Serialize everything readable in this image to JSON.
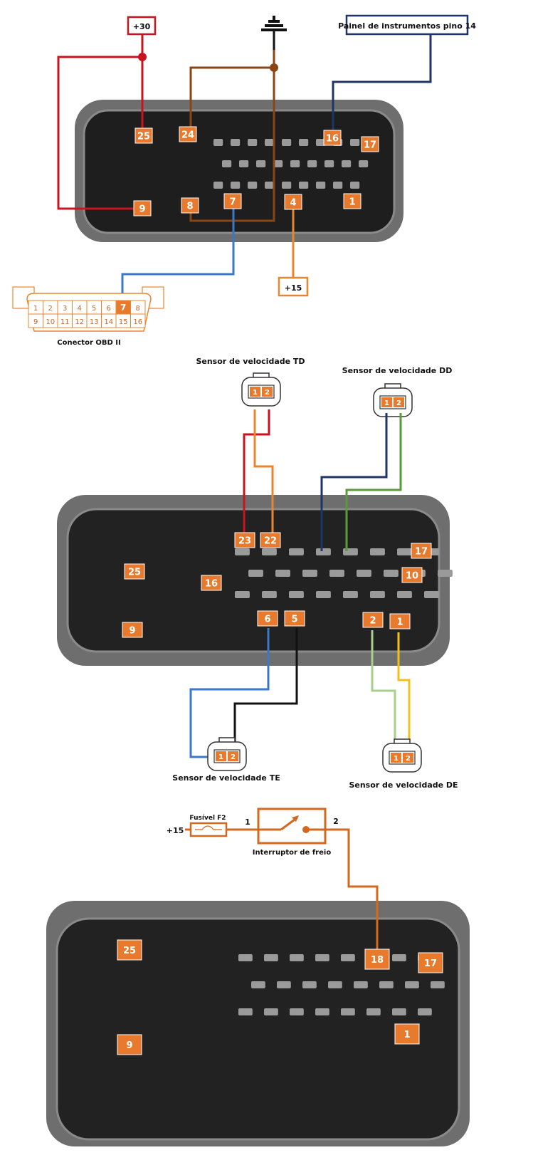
{
  "section1": {
    "supply_30": "+30",
    "supply_15": "+15",
    "panel_label": "Painel de instrumentos pino 14",
    "pins": [
      "25",
      "24",
      "16",
      "17",
      "9",
      "8",
      "7",
      "4",
      "1"
    ],
    "obd": {
      "label": "Conector OBD II",
      "top_row": [
        "1",
        "2",
        "3",
        "4",
        "5",
        "6",
        "7",
        "8"
      ],
      "bottom_row": [
        "9",
        "10",
        "11",
        "12",
        "13",
        "14",
        "15",
        "16"
      ],
      "highlighted": "7"
    }
  },
  "section2": {
    "sensor_td": "Sensor de velocidade TD",
    "sensor_dd": "Sensor de velocidade DD",
    "sensor_te": "Sensor de velocidade TE",
    "sensor_de": "Sensor de velocidade DE",
    "sensor_pins": [
      "1",
      "2"
    ],
    "pins": [
      "23",
      "22",
      "17",
      "25",
      "16",
      "10",
      "9",
      "6",
      "5",
      "2",
      "1"
    ]
  },
  "section3": {
    "supply_15": "+15",
    "fuse": "Fusível F2",
    "switch_label": "Interruptor de freio",
    "terminal_1": "1",
    "terminal_2": "2",
    "pins": [
      "25",
      "18",
      "17",
      "9",
      "1"
    ]
  },
  "colors": {
    "pin_label": "#e87a2d",
    "red": "#c8141e",
    "brown": "#8b4513",
    "navy": "#1f3566",
    "blue": "#3a78c8",
    "orange": "#e8852e",
    "green": "#5a9a3a",
    "light_green": "#a8d08d",
    "yellow": "#f2c01c",
    "black": "#111111",
    "switch_orange": "#d2691e"
  }
}
